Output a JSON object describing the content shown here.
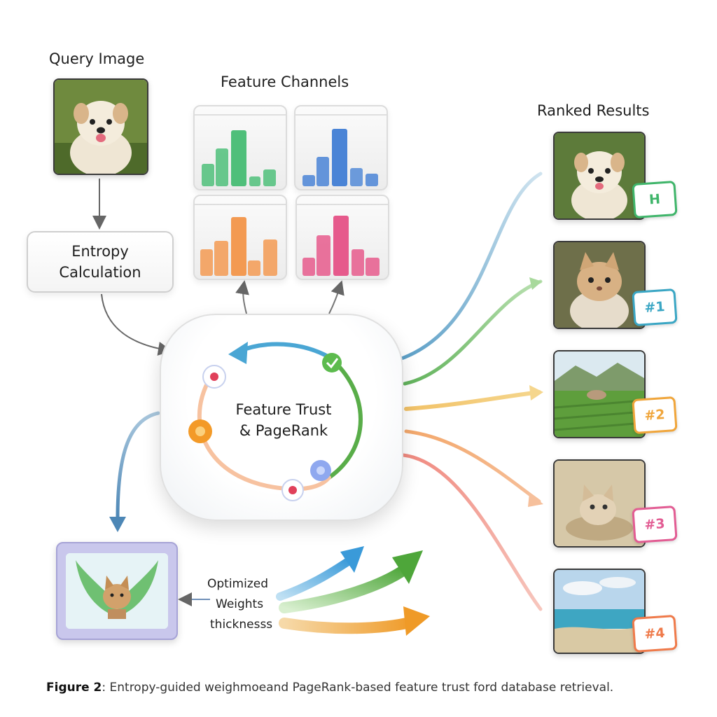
{
  "labels": {
    "query": "Query Image",
    "channels": "Feature Channels",
    "ranked": "Ranked Results"
  },
  "entropy": {
    "line1": "Entropy",
    "line2": "Calculation"
  },
  "core": {
    "line1": "Feature Trust",
    "line2": "& PageRank"
  },
  "weights": {
    "line1": "Optimized",
    "line2": "Weights",
    "line3": "thicknesss"
  },
  "ranks": [
    {
      "label": "H",
      "color": "#3fb56a"
    },
    {
      "label": "#1",
      "color": "#3aa6c4"
    },
    {
      "label": "#2",
      "color": "#f0a53a"
    },
    {
      "label": "#3",
      "color": "#e25c93"
    },
    {
      "label": "#4",
      "color": "#ef7a4a"
    }
  ],
  "channel_colors": [
    "#4fbf7a",
    "#4a84d6",
    "#f39a52",
    "#e65a8c"
  ],
  "caption": {
    "figure": "Figure 2",
    "text": ": Entropy-guided weighmoeand PageRank-based feature trust ford database retrieval."
  }
}
